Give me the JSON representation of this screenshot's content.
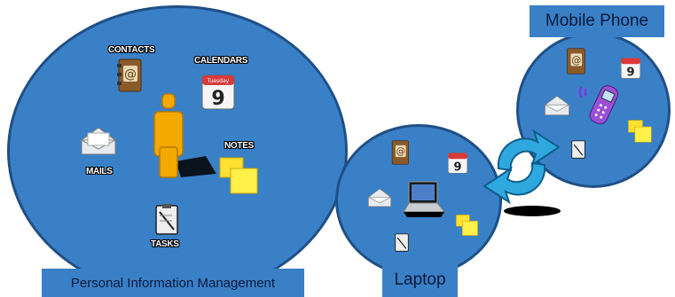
{
  "labels": {
    "contacts": "CONTACTS",
    "calendars": "CALENDARS",
    "notes": "NOTES",
    "mails": "MAILS",
    "tasks": "TASKS"
  },
  "calendar": {
    "day": "Tuesday",
    "date": "9",
    "date_small": "9"
  },
  "boxes": {
    "pim": "Personal Information Management",
    "laptop": "Laptop",
    "mobile": "Mobile Phone"
  },
  "colors": {
    "circle_fill": "#3a80c7",
    "circle_stroke": "#1f4f86",
    "person": "#f2a900",
    "notes": "#ffe033",
    "sync_arrows": "#2fa8e0"
  },
  "icons": [
    "address-book-icon",
    "calendar-icon",
    "person-icon",
    "mail-icon",
    "notes-icon",
    "tasks-icon",
    "laptop-icon",
    "mobile-phone-icon",
    "sync-icon"
  ]
}
